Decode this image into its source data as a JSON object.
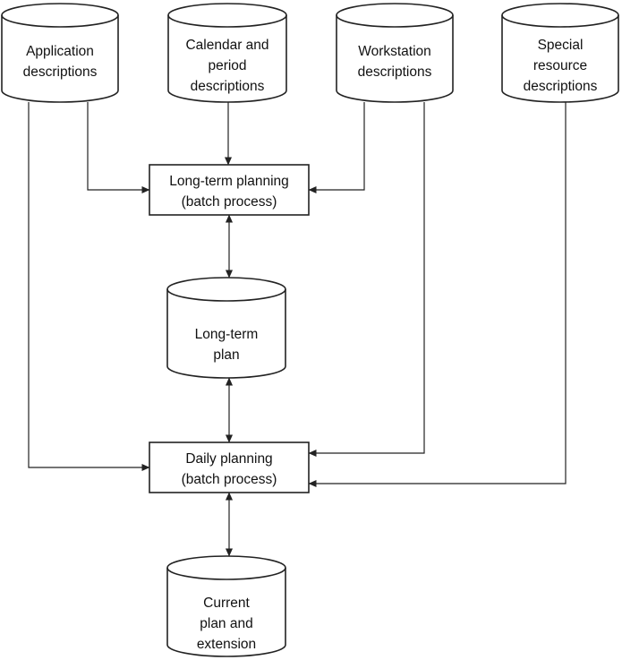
{
  "diagram": {
    "nodes": {
      "application": {
        "lines": [
          "Application",
          "descriptions"
        ],
        "kind": "datastore"
      },
      "calendar": {
        "lines": [
          "Calendar and",
          "period",
          "descriptions"
        ],
        "kind": "datastore"
      },
      "workstation": {
        "lines": [
          "Workstation",
          "descriptions"
        ],
        "kind": "datastore"
      },
      "special": {
        "lines": [
          "Special",
          "resource",
          "descriptions"
        ],
        "kind": "datastore"
      },
      "longterm_planning": {
        "lines": [
          "Long-term planning",
          "(batch process)"
        ],
        "kind": "process"
      },
      "longterm_plan": {
        "lines": [
          "Long-term",
          "plan"
        ],
        "kind": "datastore"
      },
      "daily_planning": {
        "lines": [
          "Daily planning",
          "(batch process)"
        ],
        "kind": "process"
      },
      "current_plan": {
        "lines": [
          "Current",
          "plan and",
          "extension"
        ],
        "kind": "datastore"
      }
    },
    "edges": [
      {
        "from": "application",
        "to": "longterm_planning",
        "direction": "forward"
      },
      {
        "from": "calendar",
        "to": "longterm_planning",
        "direction": "forward"
      },
      {
        "from": "workstation",
        "to": "longterm_planning",
        "direction": "forward"
      },
      {
        "from": "application",
        "to": "daily_planning",
        "direction": "forward"
      },
      {
        "from": "workstation",
        "to": "daily_planning",
        "direction": "forward"
      },
      {
        "from": "special",
        "to": "daily_planning",
        "direction": "forward"
      },
      {
        "from": "longterm_planning",
        "to": "longterm_plan",
        "direction": "both"
      },
      {
        "from": "longterm_plan",
        "to": "daily_planning",
        "direction": "both"
      },
      {
        "from": "daily_planning",
        "to": "current_plan",
        "direction": "both"
      }
    ]
  }
}
